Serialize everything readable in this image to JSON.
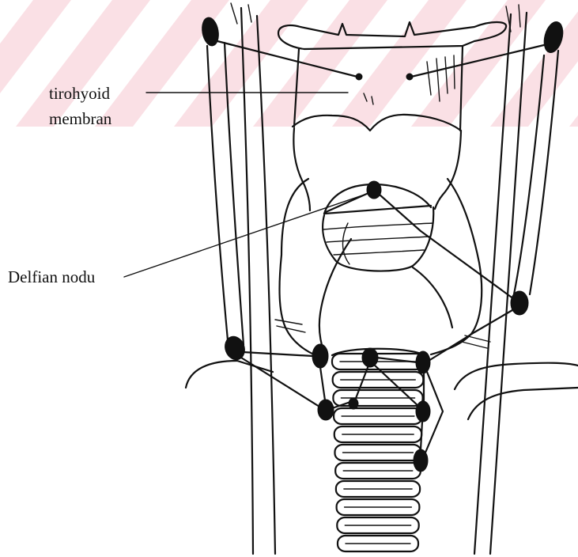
{
  "figure": {
    "labels": {
      "thyrohyoid_membrane_line1": "tirohyoid",
      "thyrohyoid_membrane_line2": "membran",
      "delphian_node": "Delfian nodu"
    }
  },
  "colors": {
    "ink": "#111111",
    "watermark": "#f5c6cf",
    "background": "#ffffff"
  }
}
